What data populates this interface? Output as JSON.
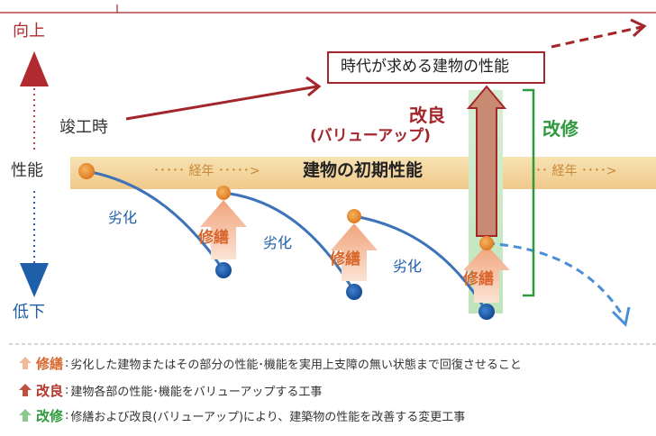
{
  "axis": {
    "top_label": "向上",
    "bottom_label": "低下",
    "mid_label": "性能"
  },
  "labels": {
    "completion": "竣工時",
    "era_requirement": "時代が求める建物の性能",
    "initial_performance": "建物の初期性能",
    "aging_left": "･････ 経年 ･････>",
    "aging_right": "･･ 経年 ････>",
    "improvement": "改良",
    "value_up": "(バリューアップ)",
    "renovation_bracket": "改修",
    "deterioration": "劣化",
    "repair": "修繕"
  },
  "legend": [
    {
      "term": "修繕",
      "desc": "劣化した建物またはその部分の性能･機能を実用上支障の無い状態まで回復させること",
      "color": "#d9662c",
      "arrow_color": "#f2b89a"
    },
    {
      "term": "改良",
      "desc": "建物各部の性能･機能をバリューアップする工事",
      "color": "#b5362b",
      "arrow_color": "#c0503e"
    },
    {
      "term": "改修",
      "desc": "修繕および改良(バリューアップ)により、建築物の性能を改善する変更工事",
      "color": "#2e9a3d",
      "arrow_color": "#8bc98a"
    }
  ],
  "colors": {
    "accent_red": "#a3262a",
    "blue": "#1f5ea8",
    "green": "#2e9a3d",
    "orange_dot": "#e07d2a",
    "band": "#f4d9a3"
  }
}
